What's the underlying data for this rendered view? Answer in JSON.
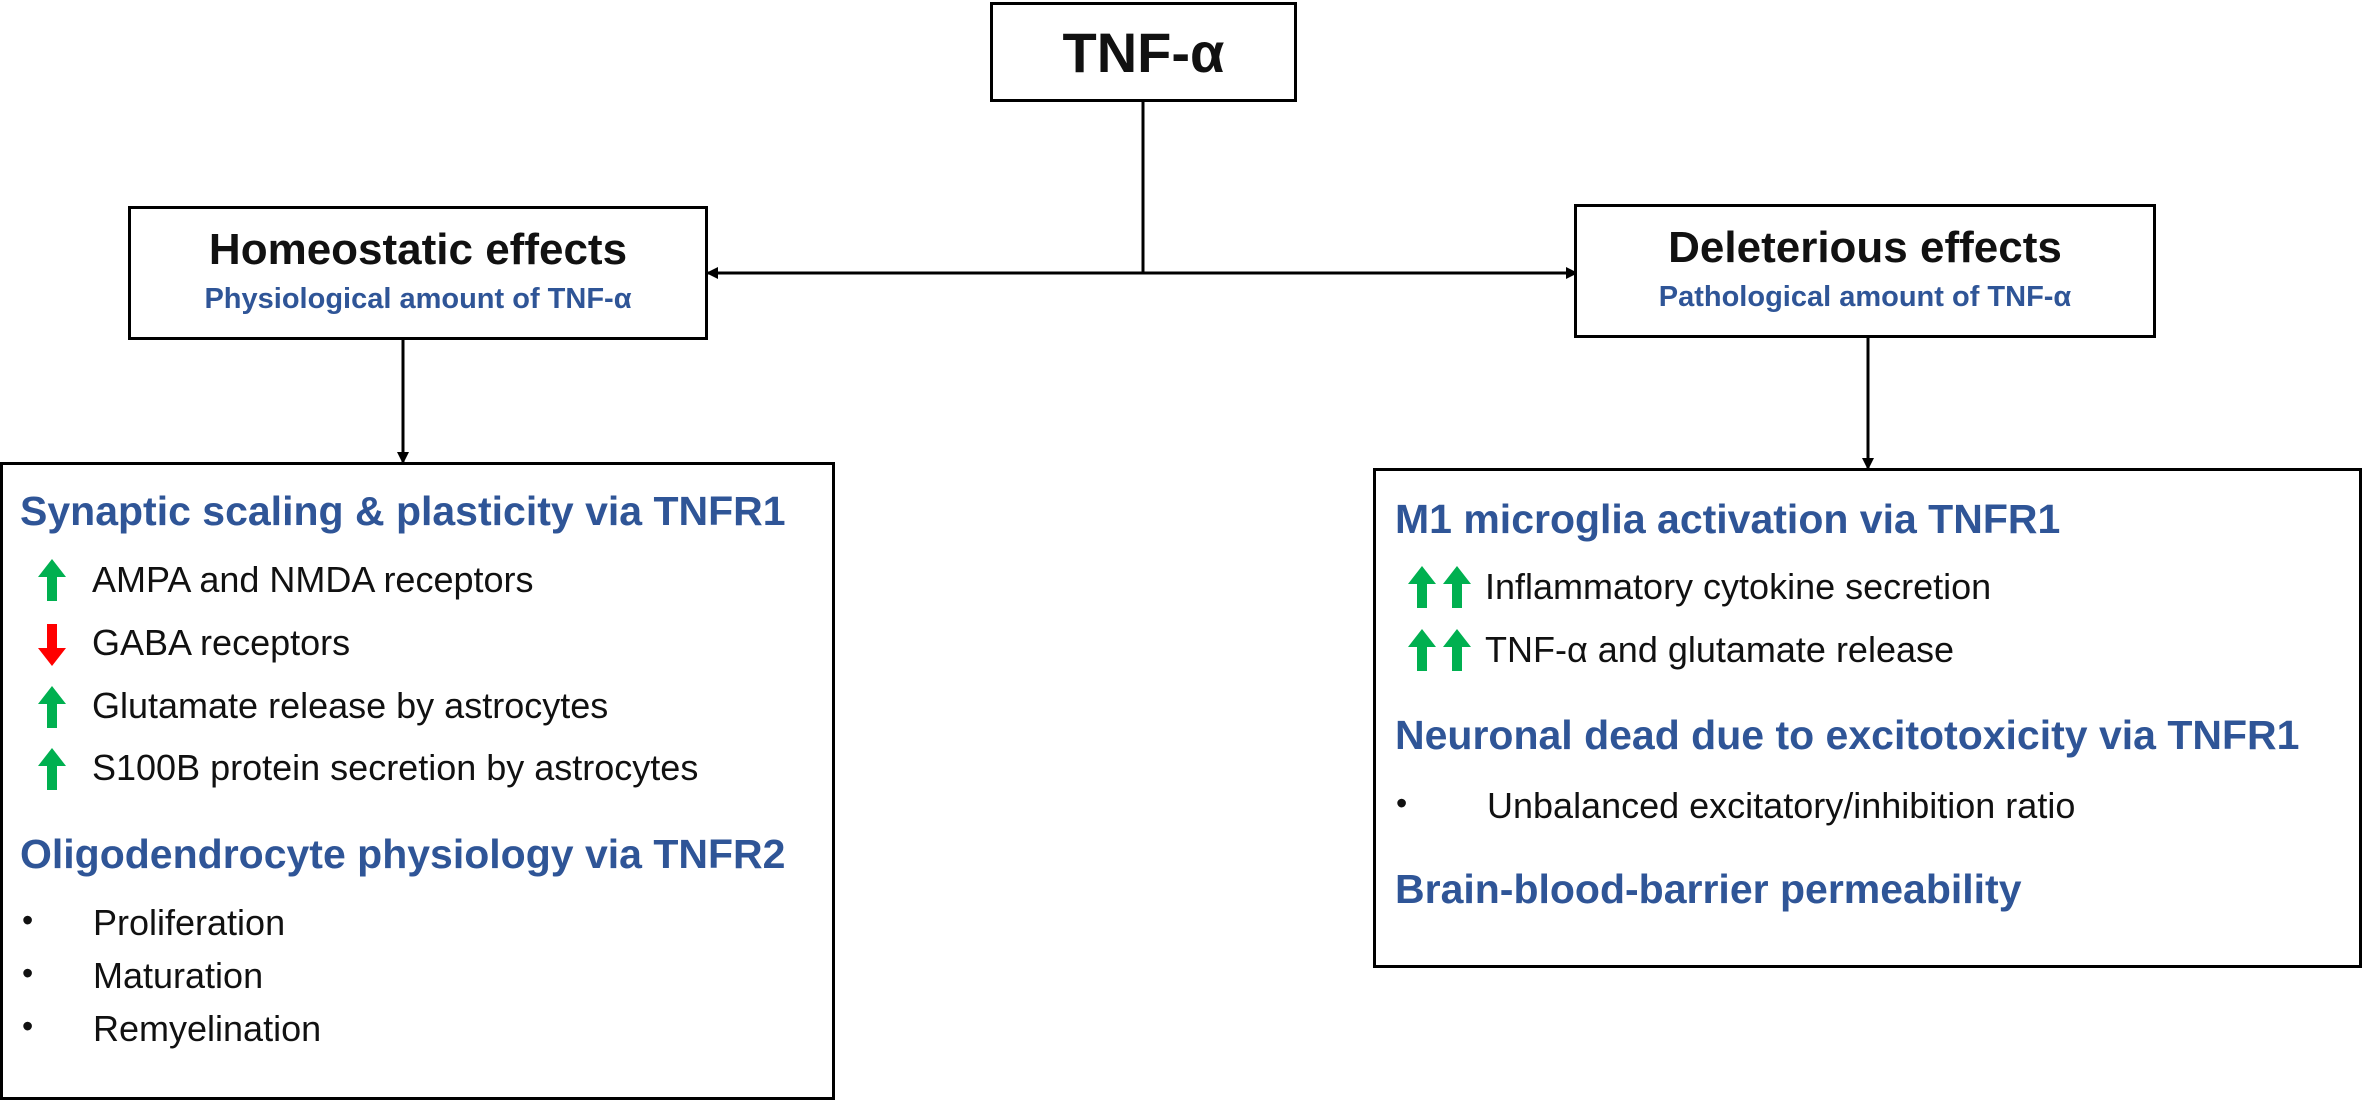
{
  "top": {
    "title": "TNF-α"
  },
  "left_box": {
    "title": "Homeostatic effects",
    "subtitle": "Physiological amount of TNF-α"
  },
  "right_box": {
    "title": "Deleterious effects",
    "subtitle": "Pathological amount of TNF-α"
  },
  "left_detail": {
    "section1": {
      "title": "Synaptic scaling & plasticity via TNFR1",
      "items": [
        {
          "text": "AMPA and NMDA receptors",
          "arrow": "up-green"
        },
        {
          "text": "GABA receptors",
          "arrow": "down-red"
        },
        {
          "text": "Glutamate release by astrocytes",
          "arrow": "up-green"
        },
        {
          "text": "S100B protein secretion by astrocytes",
          "arrow": "up-green"
        }
      ]
    },
    "section2": {
      "title": "Oligodendrocyte physiology via TNFR2",
      "bullets": [
        "Proliferation",
        "Maturation",
        "Remyelination"
      ]
    }
  },
  "right_detail": {
    "section1": {
      "title": "M1 microglia activation via TNFR1",
      "items": [
        {
          "text": "Inflammatory cytokine secretion",
          "arrow": "double-up-green"
        },
        {
          "text": "TNF-α and glutamate release",
          "arrow": "double-up-green"
        }
      ]
    },
    "section2": {
      "title": "Neuronal dead due to excitotoxicity via TNFR1",
      "bullets": [
        "Unbalanced excitatory/inhibition ratio"
      ]
    },
    "section3": {
      "title": "Brain-blood-barrier permeability"
    }
  },
  "colors": {
    "heading_blue": "#2f5597",
    "up_arrow": "#00b050",
    "down_arrow": "#ff0000",
    "line": "#000000"
  }
}
